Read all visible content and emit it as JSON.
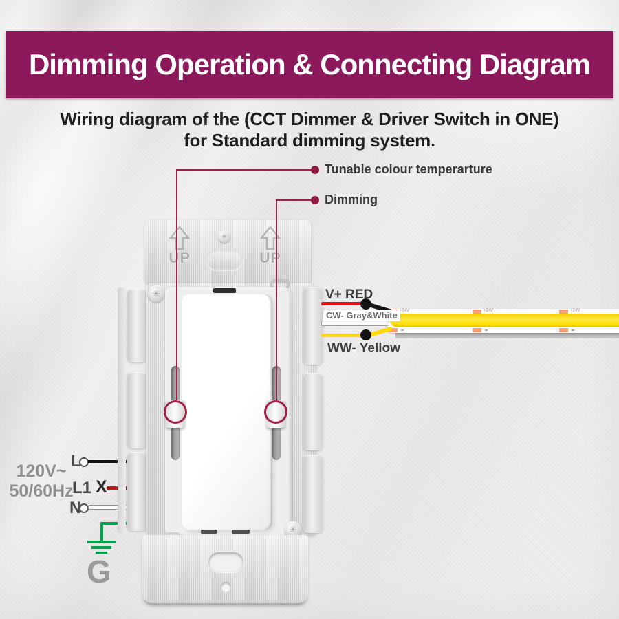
{
  "banner": {
    "title": "Dimming Operation & Connecting Diagram"
  },
  "subtitle": {
    "line1": "Wiring diagram of the (CCT Dimmer & Driver Switch in ONE)",
    "line2": "for Standard dimming system."
  },
  "callouts": {
    "cct_label": "Tunable colour temperarture",
    "dimming_label": "Dimming"
  },
  "device": {
    "up_left": "UP",
    "up_right": "UP"
  },
  "power": {
    "rating_line1": "120V~",
    "rating_line2": "50/60Hz",
    "line_label": "L",
    "load_label": "L1",
    "x_mark": "X",
    "neutral_label": "N",
    "ground_label": "G"
  },
  "wires": {
    "vplus_label": "V+ RED",
    "cw_label": "CW- Gray&White",
    "ww_label": "WW- Yellow"
  },
  "led_strip": {
    "pad_marking": "+24V"
  },
  "colors": {
    "banner_bg": "#8b195c",
    "callout": "#a02147",
    "wire_red": "#e51317",
    "wire_yellow": "#ffd60a",
    "wire_green": "#00a44f",
    "wire_black": "#151515"
  }
}
